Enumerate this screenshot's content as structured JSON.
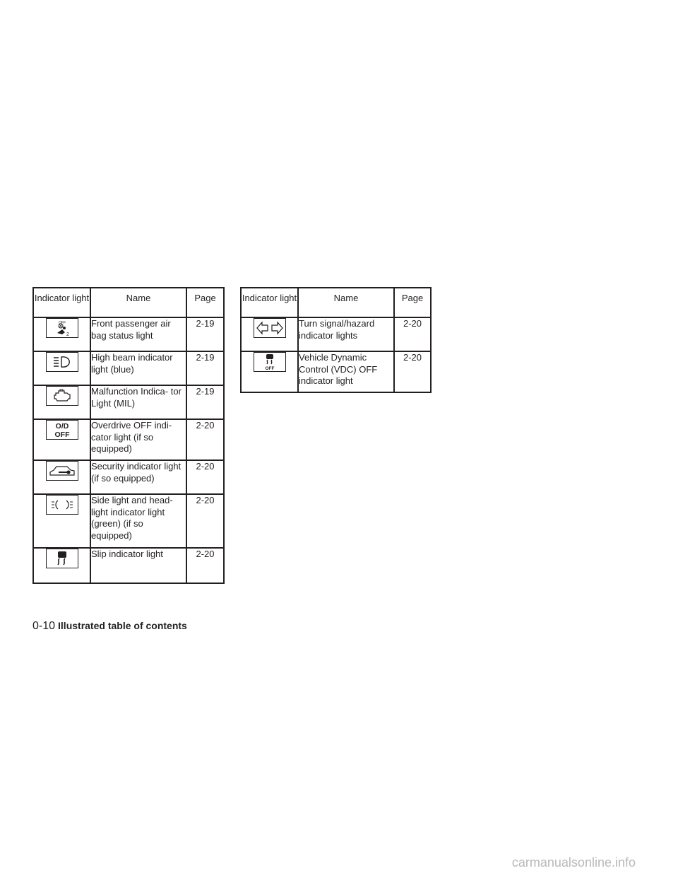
{
  "table_left": {
    "headers": {
      "indicator": "Indicator light",
      "name": "Name",
      "page": "Page"
    },
    "rows": [
      {
        "icon": "passenger-airbag-off-icon",
        "name": "Front passenger air bag status light",
        "page": "2-19"
      },
      {
        "icon": "high-beam-icon",
        "name": "High beam indicator light (blue)",
        "page": "2-19"
      },
      {
        "icon": "engine-malfunction-icon",
        "name": "Malfunction Indica- tor Light (MIL)",
        "page": "2-19"
      },
      {
        "icon": "overdrive-off-icon",
        "icon_text_top": "O/D",
        "icon_text_bottom": "OFF",
        "name": "Overdrive OFF indi- cator light (if so equipped)",
        "page": "2-20"
      },
      {
        "icon": "security-car-key-icon",
        "name": "Security indicator light (if so equipped)",
        "page": "2-20"
      },
      {
        "icon": "side-light-headlight-icon",
        "name": "Side light and head- light indicator light (green) (if so equipped)",
        "page": "2-20"
      },
      {
        "icon": "slip-indicator-icon",
        "name": "Slip indicator light",
        "page": "2-20"
      }
    ]
  },
  "table_right": {
    "headers": {
      "indicator": "Indicator light",
      "name": "Name",
      "page": "Page"
    },
    "rows": [
      {
        "icon": "turn-signal-arrows-icon",
        "name": "Turn signal/hazard indicator lights",
        "page": "2-20"
      },
      {
        "icon": "vdc-off-icon",
        "icon_text_bottom": "OFF",
        "name": "Vehicle Dynamic Control (VDC) OFF indicator light",
        "page": "2-20"
      }
    ]
  },
  "footer": {
    "page_number": "0-10",
    "section_title": "Illustrated table of contents"
  },
  "watermark": "carmanualsonline.info"
}
